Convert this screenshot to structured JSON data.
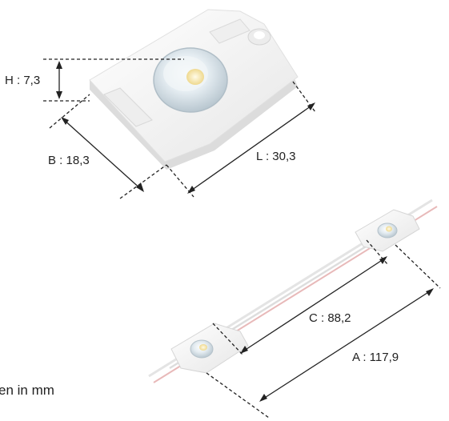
{
  "dimensions": {
    "height": "H : 7,3",
    "width": "B : 18,3",
    "length": "L : 30,3",
    "pitch": "C : 88,2",
    "total": "A : 117,9"
  },
  "footnote": "en in mm",
  "colors": {
    "module_body": "#f4f4f4",
    "module_shadow": "#d9d9d9",
    "lens": "#dfe8ee",
    "led_chip": "#f5e9b8",
    "wire": "#e8b9b9",
    "dimension_line": "#222222"
  }
}
